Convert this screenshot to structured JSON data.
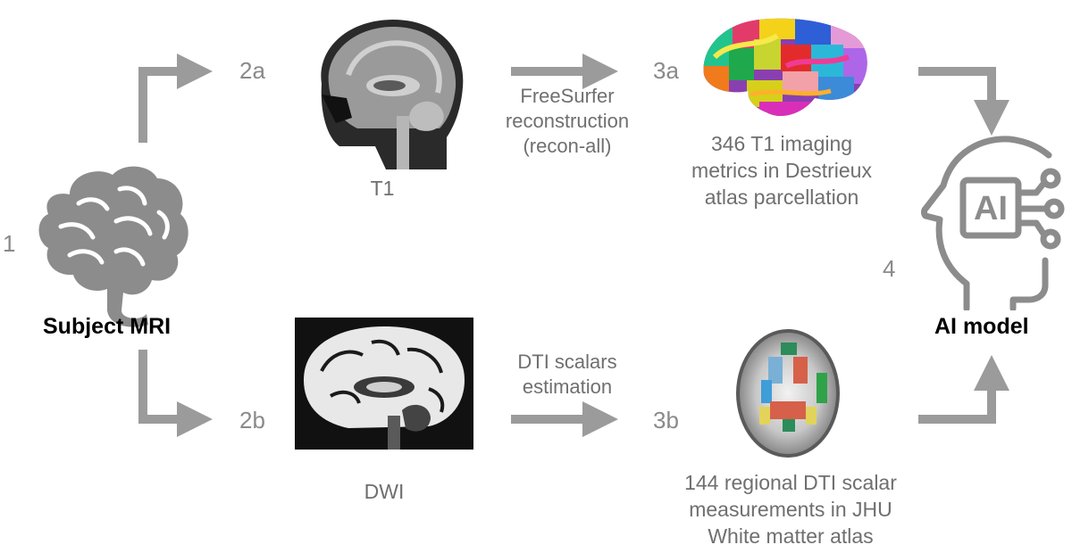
{
  "steps": {
    "s1": "1",
    "s2a": "2a",
    "s2b": "2b",
    "s3a": "3a",
    "s3b": "3b",
    "s4": "4"
  },
  "subject": {
    "label": "Subject MRI"
  },
  "t1": {
    "label": "T1"
  },
  "dwi": {
    "label": "DWI"
  },
  "freesurfer": {
    "line1": "FreeSurfer",
    "line2": "reconstruction",
    "line3": "(recon-all)"
  },
  "dti_est": {
    "line1": "DTI scalars",
    "line2": "estimation"
  },
  "metrics_3a": {
    "line1": "346 T1 imaging",
    "line2": "metrics in Destrieux",
    "line3": "atlas parcellation"
  },
  "metrics_3b": {
    "line1": "144 regional DTI scalar",
    "line2": "measurements in JHU",
    "line3": "White matter atlas"
  },
  "ai": {
    "label": "AI model",
    "icon_text": "AI"
  },
  "colors": {
    "arrow": "#9b9b9b",
    "icon": "#8c8c8c",
    "text": "#6f6f6f"
  }
}
